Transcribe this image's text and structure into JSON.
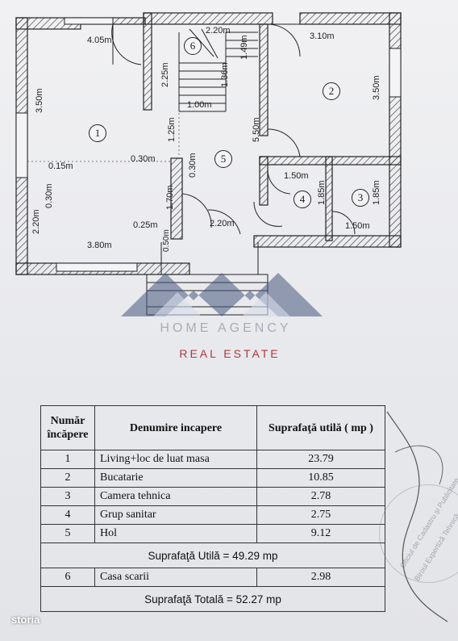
{
  "plan": {
    "rooms": [
      {
        "num": "1"
      },
      {
        "num": "2"
      },
      {
        "num": "3"
      },
      {
        "num": "4"
      },
      {
        "num": "5"
      },
      {
        "num": "6"
      }
    ],
    "dims": {
      "d405": "4.05m",
      "d220_stairs": "2.20m",
      "d310": "3.10m",
      "d225": "2.25m",
      "d149": "1.49m",
      "d136": "1.36m",
      "d100": "1.00m",
      "d350_left": "3.50m",
      "d350_right": "3.50m",
      "d550": "5.50m",
      "d125": "1.25m",
      "d015": "0.15m",
      "d030_a": "0.30m",
      "d030_b": "0.30m",
      "d030_c": "0.30m",
      "d150_a": "1.50m",
      "d185_a": "1.85m",
      "d185_b": "1.85m",
      "d150_b": "1.50m",
      "d220_left": "2.20m",
      "d170": "1.70m",
      "d025": "0.25m",
      "d220_hall": "2.20m",
      "d050": "0.50m",
      "d380": "3.80m"
    }
  },
  "watermark": {
    "brand": "HOME AGENCY",
    "tagline": "REAL ESTATE"
  },
  "table": {
    "headers": {
      "nr": "Număr încăpere",
      "name": "Denumire incapere",
      "area": "Suprafaţă utilă ( mp )"
    },
    "rows": [
      {
        "nr": "1",
        "name": "Living+loc de luat masa",
        "area": "23.79"
      },
      {
        "nr": "2",
        "name": "Bucatarie",
        "area": "10.85"
      },
      {
        "nr": "3",
        "name": "Camera tehnica",
        "area": "2.78"
      },
      {
        "nr": "4",
        "name": "Grup sanitar",
        "area": "2.75"
      },
      {
        "nr": "5",
        "name": "Hol",
        "area": "9.12"
      }
    ],
    "useful_total": "Suprafaţă Utilă = 49.29 mp",
    "stair_row": {
      "nr": "6",
      "name": "Casa scarii",
      "area": "2.98"
    },
    "grand_total": "Suprafaţă Totală = 52.27 mp"
  },
  "stamp": {
    "line1": "Oficiul de Cadastru şi Publicitate",
    "line2": "Biroul Expertiză Tehnică"
  },
  "badge": "storia"
}
